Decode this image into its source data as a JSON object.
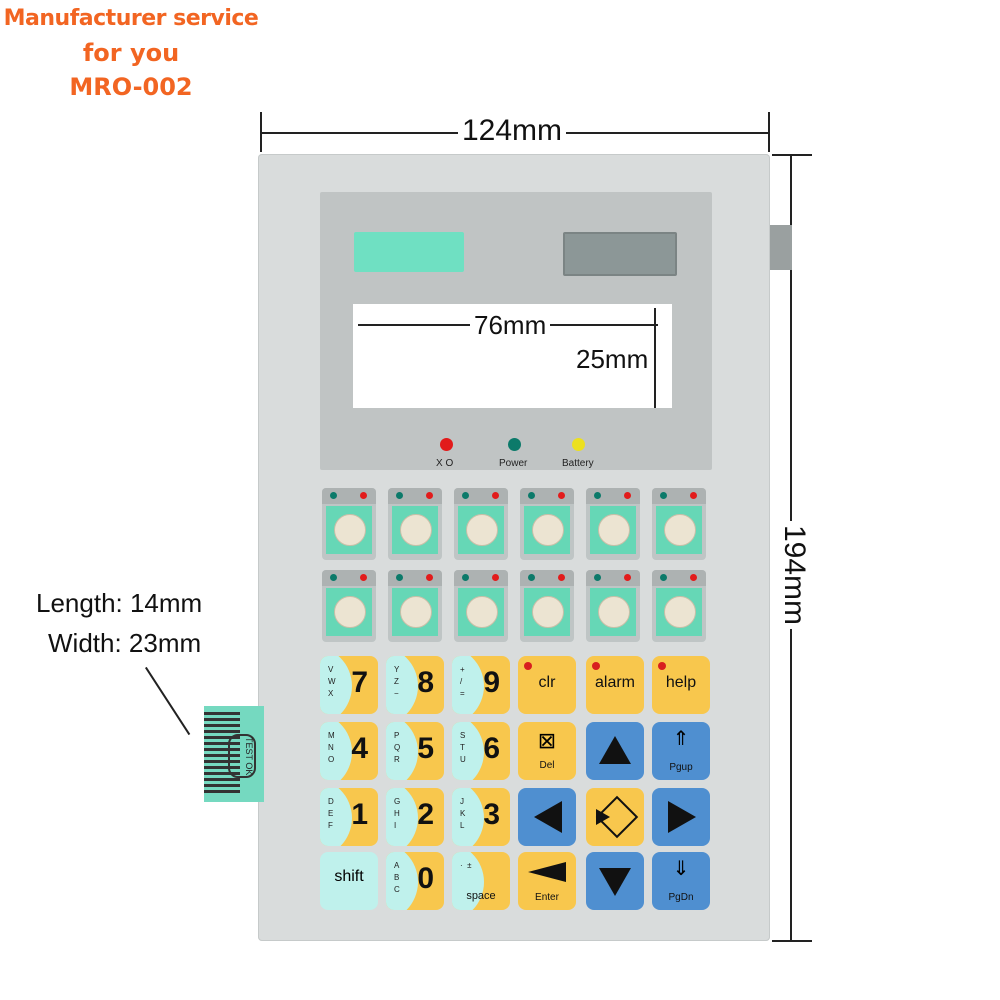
{
  "promo": {
    "line1": "Manufacturer service",
    "line2": "for you",
    "line3": "MRO-002"
  },
  "dimensions": {
    "width": "124mm",
    "height": "194mm",
    "display_width": "76mm",
    "display_height": "25mm"
  },
  "flex_cable": {
    "length": "Length: 14mm",
    "width": "Width: 23mm",
    "test_label": "TEST OK"
  },
  "indicators": {
    "xo": "X O",
    "power": "Power",
    "battery": "Battery"
  },
  "keys": {
    "seven": {
      "big": "7",
      "small": "V\nW\nX"
    },
    "eight": {
      "big": "8",
      "small": "Y\nZ\n−"
    },
    "nine": {
      "big": "9",
      "small": "+\n/\n="
    },
    "four": {
      "big": "4",
      "small": "M\nN\nO"
    },
    "five": {
      "big": "5",
      "small": "P\nQ\nR"
    },
    "six": {
      "big": "6",
      "small": "S\nT\nU"
    },
    "one": {
      "big": "1",
      "small": "D\nE\nF"
    },
    "two": {
      "big": "2",
      "small": "G\nH\nI"
    },
    "three": {
      "big": "3",
      "small": "J\nK\nL"
    },
    "zero": {
      "big": "0",
      "small": "A\nB\nC"
    },
    "dot": {
      "big": "space",
      "small": "·  ±"
    },
    "clr": "clr",
    "alarm": "alarm",
    "help": "help",
    "del": "Del",
    "pgup": "Pgup",
    "pgdn": "PgDn",
    "enter": "Enter",
    "shift": "shift"
  },
  "colors": {
    "orange": "#f26522",
    "yellow_key": "#f8c74d",
    "blue_key": "#4f8fd0",
    "mint": "#bff1ec"
  }
}
